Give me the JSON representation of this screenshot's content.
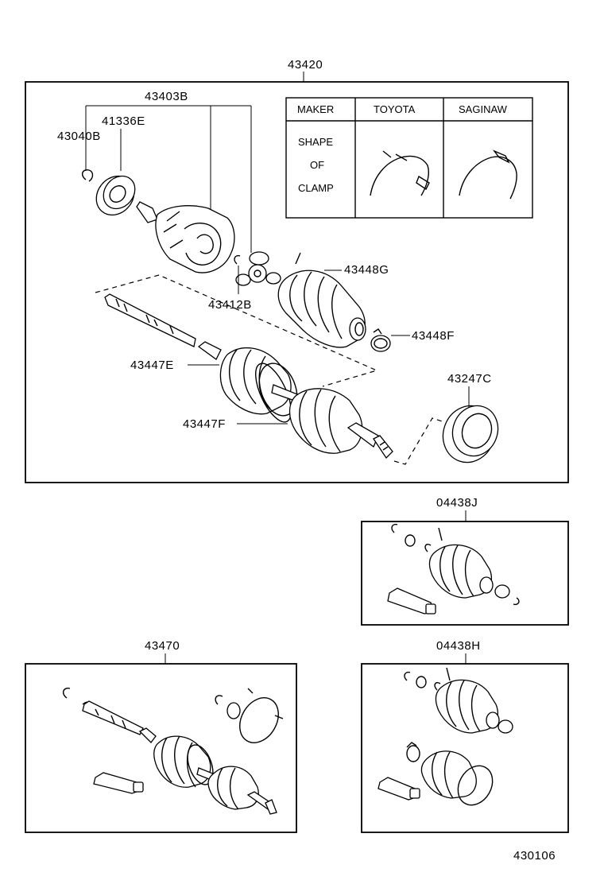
{
  "diagram": {
    "assembly_label": "43420",
    "callouts": {
      "p43403B": "43403B",
      "p41336E": "41336E",
      "p43040B": "43040B",
      "p43412B": "43412B",
      "p43448G": "43448G",
      "p43448F": "43448F",
      "p43447E": "43447E",
      "p43447F": "43447F",
      "p43247C": "43247C"
    },
    "clamp_table": {
      "header_maker": "MAKER",
      "header_toyota": "TOYOTA",
      "header_saginaw": "SAGINAW",
      "row_label_line1": "SHAPE",
      "row_label_line2": "OF",
      "row_label_line3": "CLAMP"
    },
    "kits": {
      "kit_j": "04438J",
      "kit_h": "04438H",
      "assembly_43470": "43470"
    },
    "figure_number": "430106"
  }
}
